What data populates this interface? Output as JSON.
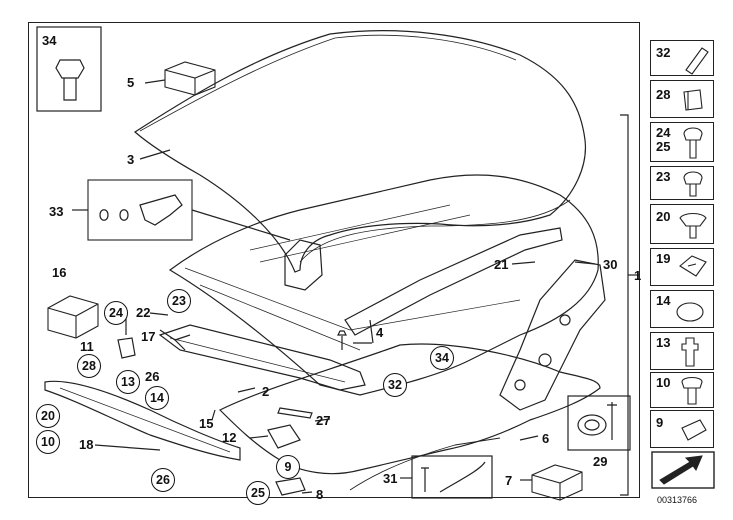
{
  "frame": {
    "labels": [
      "1",
      "3",
      "4",
      "5",
      "6",
      "7",
      "8",
      "11",
      "12",
      "15",
      "16",
      "17",
      "18",
      "2",
      "21",
      "22",
      "27",
      "29",
      "30",
      "31",
      "33",
      "34"
    ],
    "circled": [
      "23",
      "24",
      "28",
      "13",
      "14",
      "20",
      "10",
      "26",
      "9",
      "25",
      "34",
      "32"
    ]
  },
  "side_panel": {
    "items": [
      {
        "label": "32"
      },
      {
        "label": "28"
      },
      {
        "label": "24\n25"
      },
      {
        "label": "23"
      },
      {
        "label": "20"
      },
      {
        "label": "19"
      },
      {
        "label": "14"
      },
      {
        "label": "13"
      },
      {
        "label": "10"
      },
      {
        "label": "9"
      }
    ]
  },
  "callouts": {
    "c1": "1",
    "c2": "2",
    "c3": "3",
    "c4": "4",
    "c5": "5",
    "c6": "6",
    "c7": "7",
    "c8": "8",
    "c11": "11",
    "c12": "12",
    "c15": "15",
    "c16": "16",
    "c17": "17",
    "c18": "18",
    "c21": "21",
    "c22": "22",
    "c26": "26",
    "c27": "27",
    "c29": "29",
    "c30": "30",
    "c31": "31",
    "c33": "33",
    "c34": "34"
  },
  "circles": {
    "k23": "23",
    "k24": "24",
    "k28": "28",
    "k13": "13",
    "k14": "14",
    "k20": "20",
    "k10": "10",
    "k26": "26",
    "k9": "9",
    "k25": "25",
    "k34": "34",
    "k32": "32"
  },
  "reference_number": "00313766"
}
